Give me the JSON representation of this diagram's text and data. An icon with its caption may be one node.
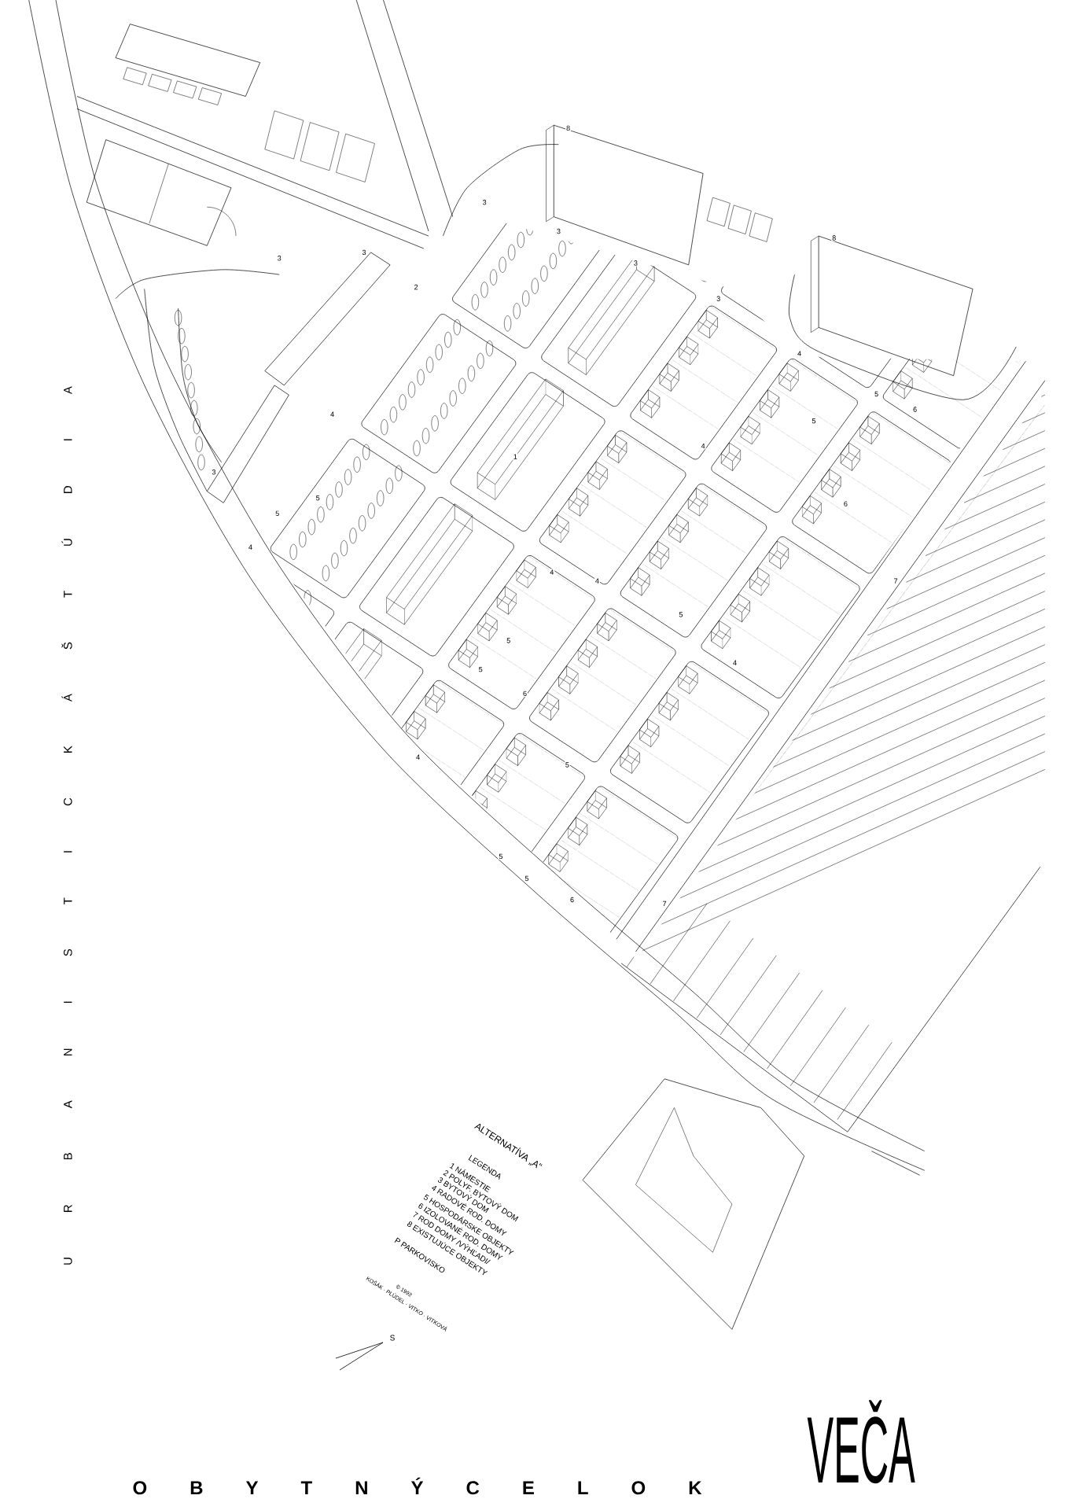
{
  "diagram": {
    "title": "O B Y T N Ý C E L O K",
    "labels": [
      "U R B A N I S T I C K Á Š T Ú D I A",
      "8",
      "3",
      "3",
      "8",
      "3",
      "3",
      "3",
      "2",
      "3",
      "4",
      "5",
      "6",
      "4",
      "5",
      "4",
      "1",
      "3",
      "5",
      "6",
      "5",
      "4",
      "4",
      "4",
      "7",
      "5",
      "5",
      "5",
      "4",
      "6",
      "4",
      "5",
      "5",
      "5",
      "6",
      "7",
      "ALTERNATÍVA „A“",
      "LEGENDA",
      "1 NÁMESTIE",
      "2 POLYF. BYTOVÝ DOM",
      "3 BYTOVÝ DOM",
      "4 RADOVÉ ROD. DOMY",
      "5 HOSPODÁRSKE OBJEKTY",
      "6 IZOLOVANÉ ROD. DOMY",
      "7 ROD DOMY /VÝHĽADI/",
      "8 EXISTUJÚCE OBJEKTY",
      "P PARKOVISKO",
      "© 1992",
      "KOŠÁK · PLÚDEL · VITKO · VITKOVÁ",
      "S",
      "VEČA"
    ]
  }
}
